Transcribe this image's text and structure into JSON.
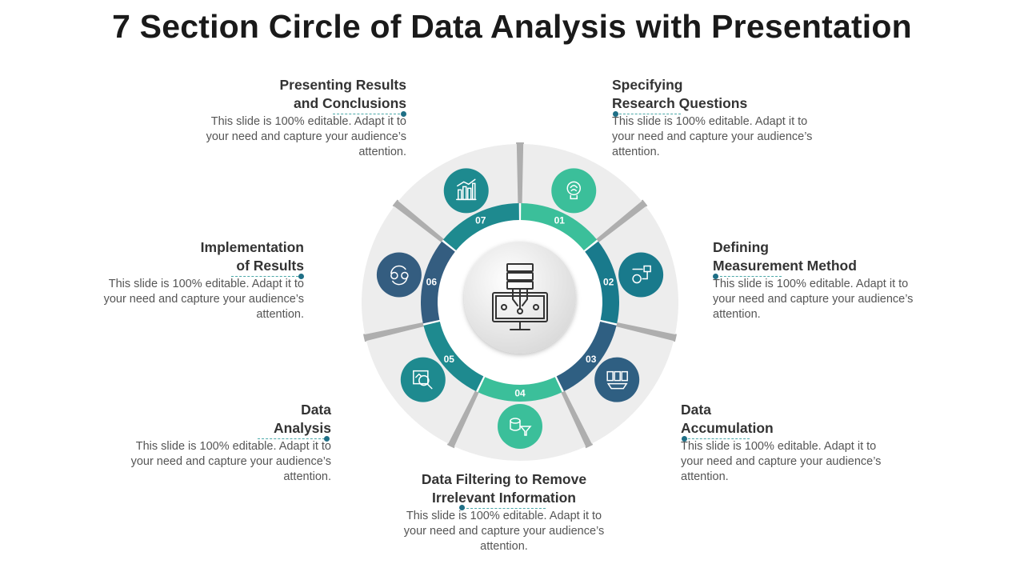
{
  "title": "7 Section Circle of Data Analysis with Presentation",
  "colors": {
    "teal_light": "#3bbf9a",
    "teal": "#1e8a8f",
    "blue_teal": "#197a8c",
    "navy": "#345d80",
    "segment_bg": "#ededed",
    "gap": "#9a9a9a"
  },
  "sections": [
    {
      "number": "01",
      "heading": [
        "Specifying",
        "Research Questions"
      ],
      "desc": "This slide is 100% editable. Adapt it to your need and capture your audience’s attention.",
      "icon": "brain-bulb-icon",
      "color": "#3bbf9a"
    },
    {
      "number": "02",
      "heading": [
        "Defining",
        "Measurement Method"
      ],
      "desc": "This slide is 100% editable. Adapt it to your need and capture your audience’s attention.",
      "icon": "gear-flow-icon",
      "color": "#197a8c"
    },
    {
      "number": "03",
      "heading": [
        "Data",
        "Accumulation"
      ],
      "desc": "This slide is 100% editable. Adapt it to your need and capture your audience’s attention.",
      "icon": "database-server-icon",
      "color": "#2f5f82"
    },
    {
      "number": "04",
      "heading": [
        "Data Filtering to Remove",
        "Irrelevant Information"
      ],
      "desc": "This slide is 100% editable. Adapt it to your need and capture your audience’s attention.",
      "icon": "database-filter-icon",
      "color": "#3bbf9a"
    },
    {
      "number": "05",
      "heading": [
        "Data",
        "Analysis"
      ],
      "desc": "This slide is 100% editable. Adapt it to your need and capture your audience’s attention.",
      "icon": "magnify-chart-icon",
      "color": "#1e8a8f"
    },
    {
      "number": "06",
      "heading": [
        "Implementation",
        "of Results"
      ],
      "desc": "This slide is 100% editable. Adapt it to your need and capture your audience’s attention.",
      "icon": "idea-cycle-icon",
      "color": "#345d80"
    },
    {
      "number": "07",
      "heading": [
        "Presenting Results",
        "and Conclusions"
      ],
      "desc": "This slide is 100% editable. Adapt it to your need and capture your audience’s attention.",
      "icon": "bar-chart-icon",
      "color": "#1e8a8f"
    }
  ],
  "center_icon": "database-monitor-icon"
}
